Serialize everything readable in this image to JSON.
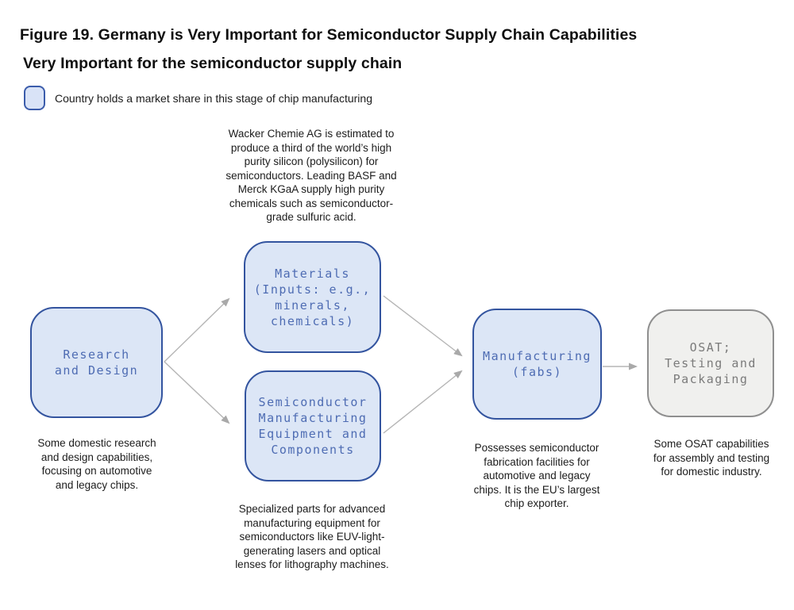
{
  "figure": {
    "title": "Figure 19. Germany is Very Important for Semiconductor Supply Chain Capabilities",
    "subtitle": "Very Important for the semiconductor supply chain"
  },
  "legend": {
    "label": "Country holds a market share in this stage of chip manufacturing",
    "swatch_fill": "#d9e3f7",
    "swatch_border": "#3b5cab"
  },
  "colors": {
    "active_node_fill": "#dce6f6",
    "active_node_border": "#33549f",
    "active_node_text": "#4e6cb3",
    "inactive_node_fill": "#f0f0ee",
    "inactive_node_border": "#8f8f8f",
    "inactive_node_text": "#7b7b7b",
    "arrow": "#b0b0b0"
  },
  "nodes": [
    {
      "id": "research-and-design",
      "label": "Research\nand Design",
      "state": "active"
    },
    {
      "id": "materials",
      "label": "Materials\n(Inputs: e.g.,\nminerals,\nchemicals)",
      "state": "active"
    },
    {
      "id": "semiconductor-manufacturing-equipment",
      "label": "Semiconductor\nManufacturing\nEquipment and\nComponents",
      "state": "active"
    },
    {
      "id": "manufacturing-fabs",
      "label": "Manufacturing\n(fabs)",
      "state": "active"
    },
    {
      "id": "osat-testing-packaging",
      "label": "OSAT;\nTesting and\nPackaging",
      "state": "inactive"
    }
  ],
  "annotations": {
    "materials_note": "Wacker Chemie AG is estimated to\nproduce a third of the world’s high\npurity silicon (polysilicon) for\nsemiconductors. Leading BASF and\nMerck KGaA supply high purity\nchemicals such as semiconductor-\ngrade sulfuric acid.",
    "research_note": "Some domestic research\nand design capabilities,\nfocusing on automotive\nand legacy chips.",
    "sme_note": "Specialized parts for advanced\nmanufacturing equipment for\nsemiconductors like EUV-light-\ngenerating lasers and optical\nlenses for lithography machines.",
    "manufacturing_note": "Possesses semiconductor\nfabrication facilities for\nautomotive and legacy\nchips. It is the EU’s largest\nchip exporter.",
    "osat_note": "Some OSAT capabilities\nfor assembly and testing\nfor domestic industry."
  }
}
